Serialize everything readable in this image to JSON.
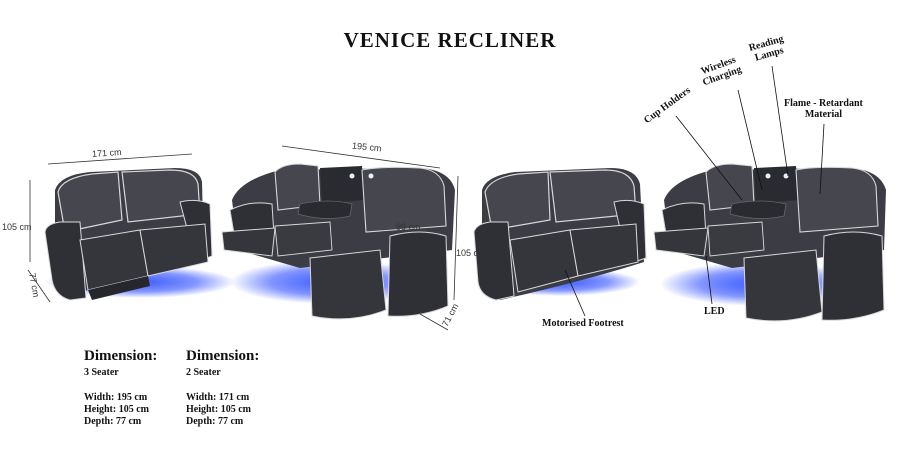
{
  "title": "VENICE RECLINER",
  "dimension_labels": {
    "two_seater_width": "171 cm",
    "two_seater_height": "105 cm",
    "two_seater_depth": "77 cm",
    "three_seater_width": "195 cm",
    "three_seater_height": "105 cm",
    "three_seater_depth": "71 cm",
    "three_seater_inner": "99 cm"
  },
  "callouts": {
    "cup_holders": "Cup Holders",
    "wireless_charging_1": "Wireless",
    "wireless_charging_2": "Charging",
    "reading_lamps_1": "Reading",
    "reading_lamps_2": "Lamps",
    "flame_1": "Flame - Retardant",
    "flame_2": "Material",
    "motorised_footrest": "Motorised Footrest",
    "led": "LED"
  },
  "specs": [
    {
      "heading": "Dimension:",
      "subtitle": "3 Seater",
      "width": "Width: 195 cm",
      "height": "Height: 105 cm",
      "depth": "Depth: 77 cm"
    },
    {
      "heading": "Dimension:",
      "subtitle": "2 Seater",
      "width": "Width: 171 cm",
      "height": "Height: 105 cm",
      "depth": "Depth: 77 cm"
    }
  ],
  "colors": {
    "upholstery": "#3c3d44",
    "upholstery_dark": "#2a2b30",
    "piping": "#d8d8d8",
    "led": "#1e40ff"
  }
}
